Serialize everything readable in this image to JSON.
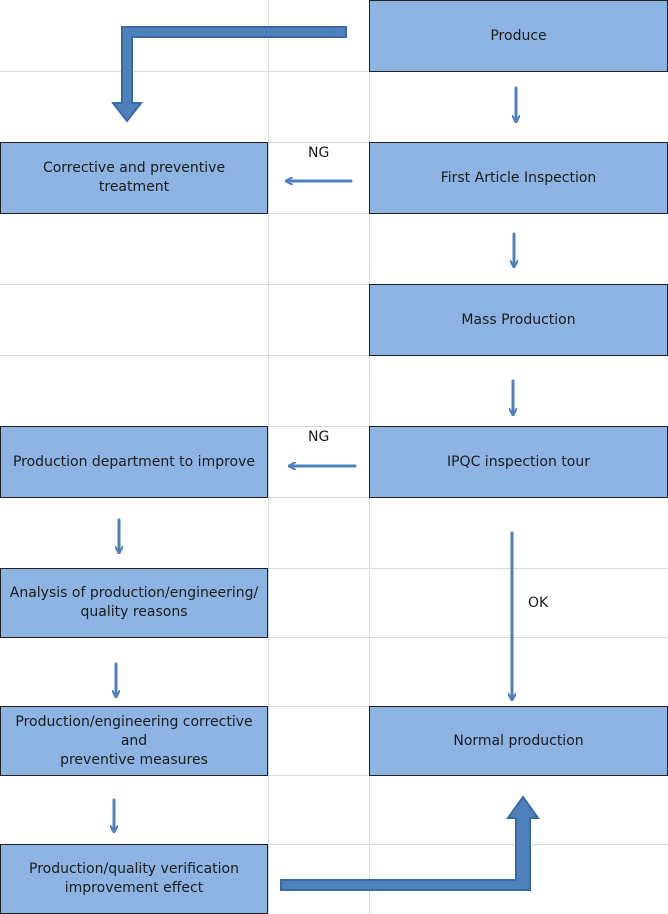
{
  "steps": {
    "produce": "Produce",
    "first_article": "First Article Inspection",
    "mass_production": "Mass Production",
    "ipqc": "IPQC inspection tour",
    "normal_production": "Normal production",
    "corrective_treatment": "Corrective and preventive treatment",
    "production_improve": "Production department to improve",
    "analysis_line1": "Analysis of production/engineering/",
    "analysis_line2": "quality reasons",
    "measures_line1": "Production/engineering corrective and",
    "measures_line2": "preventive measures",
    "verification_line1": "Production/quality verification",
    "verification_line2": "improvement effect"
  },
  "labels": {
    "ng_first": "NG",
    "ng_ipqc": "NG",
    "ok": "OK"
  },
  "colors": {
    "box_fill": "#8db4e2",
    "arrow": "#4f81bd",
    "grid": "#d9d9d9"
  }
}
